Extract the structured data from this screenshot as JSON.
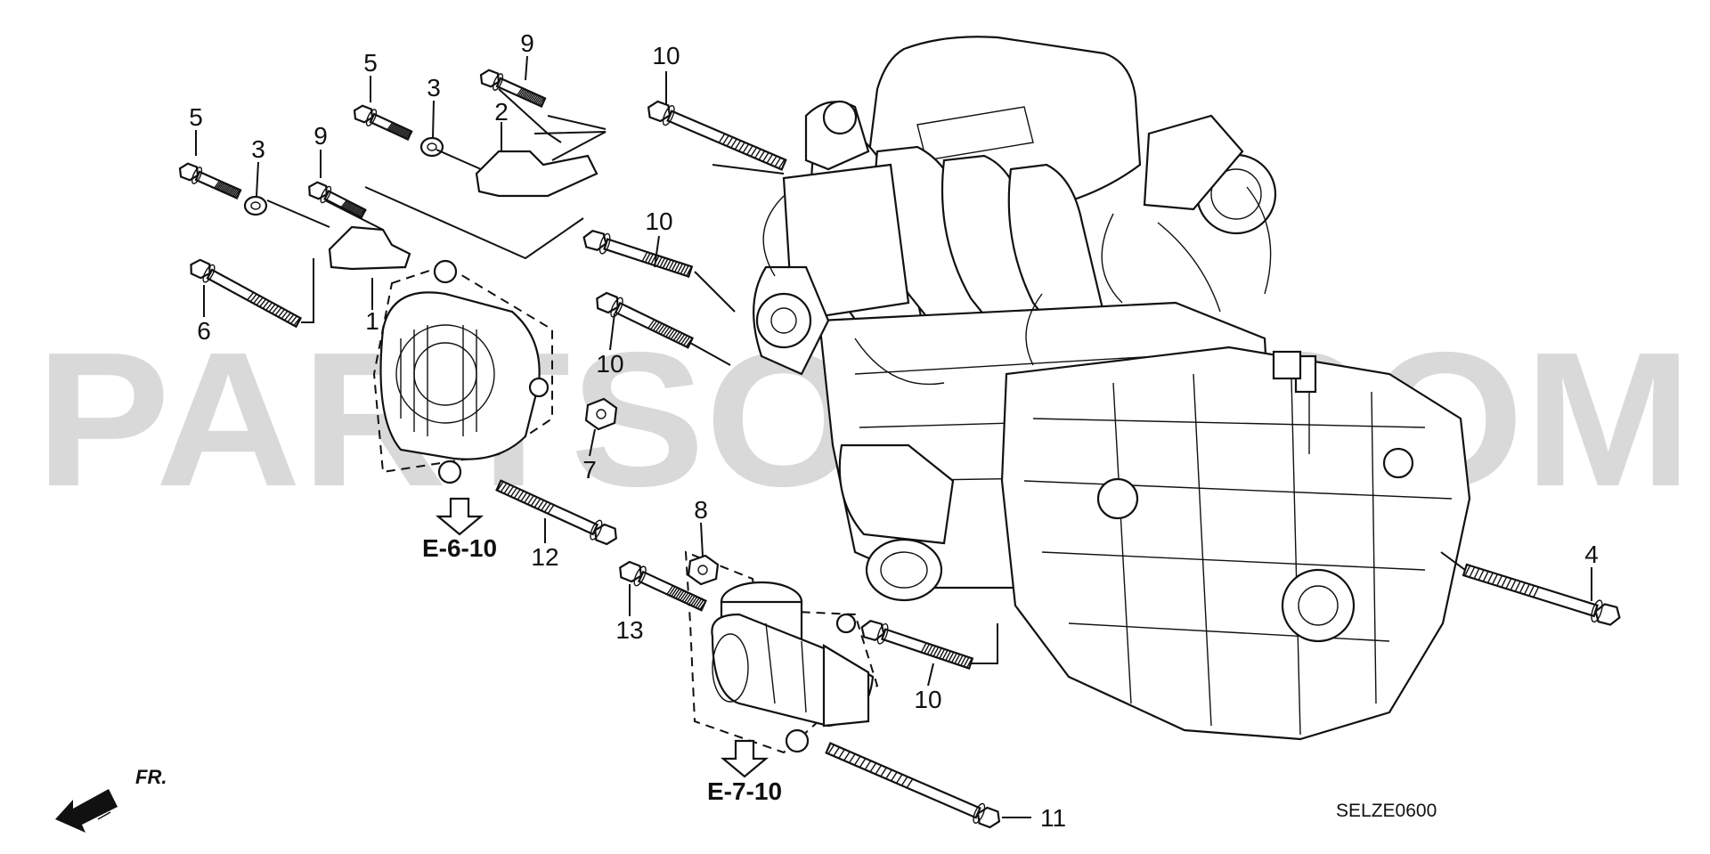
{
  "watermark": "PARTSOUQ.COM",
  "callouts": [
    {
      "id": "c1",
      "text": "1"
    },
    {
      "id": "c2",
      "text": "2"
    },
    {
      "id": "c3a",
      "text": "3"
    },
    {
      "id": "c3b",
      "text": "3"
    },
    {
      "id": "c4",
      "text": "4"
    },
    {
      "id": "c5a",
      "text": "5"
    },
    {
      "id": "c5b",
      "text": "5"
    },
    {
      "id": "c6",
      "text": "6"
    },
    {
      "id": "c7",
      "text": "7"
    },
    {
      "id": "c8",
      "text": "8"
    },
    {
      "id": "c9a",
      "text": "9"
    },
    {
      "id": "c9b",
      "text": "9"
    },
    {
      "id": "c10a",
      "text": "10"
    },
    {
      "id": "c10b",
      "text": "10"
    },
    {
      "id": "c10c",
      "text": "10"
    },
    {
      "id": "c10d",
      "text": "10"
    },
    {
      "id": "c11",
      "text": "11"
    },
    {
      "id": "c12",
      "text": "12"
    },
    {
      "id": "c13",
      "text": "13"
    }
  ],
  "references": {
    "alternator_ref": "E-6-10",
    "starter_ref": "E-7-10"
  },
  "diagram_code": "SELZE0600",
  "front_marker": "FR."
}
